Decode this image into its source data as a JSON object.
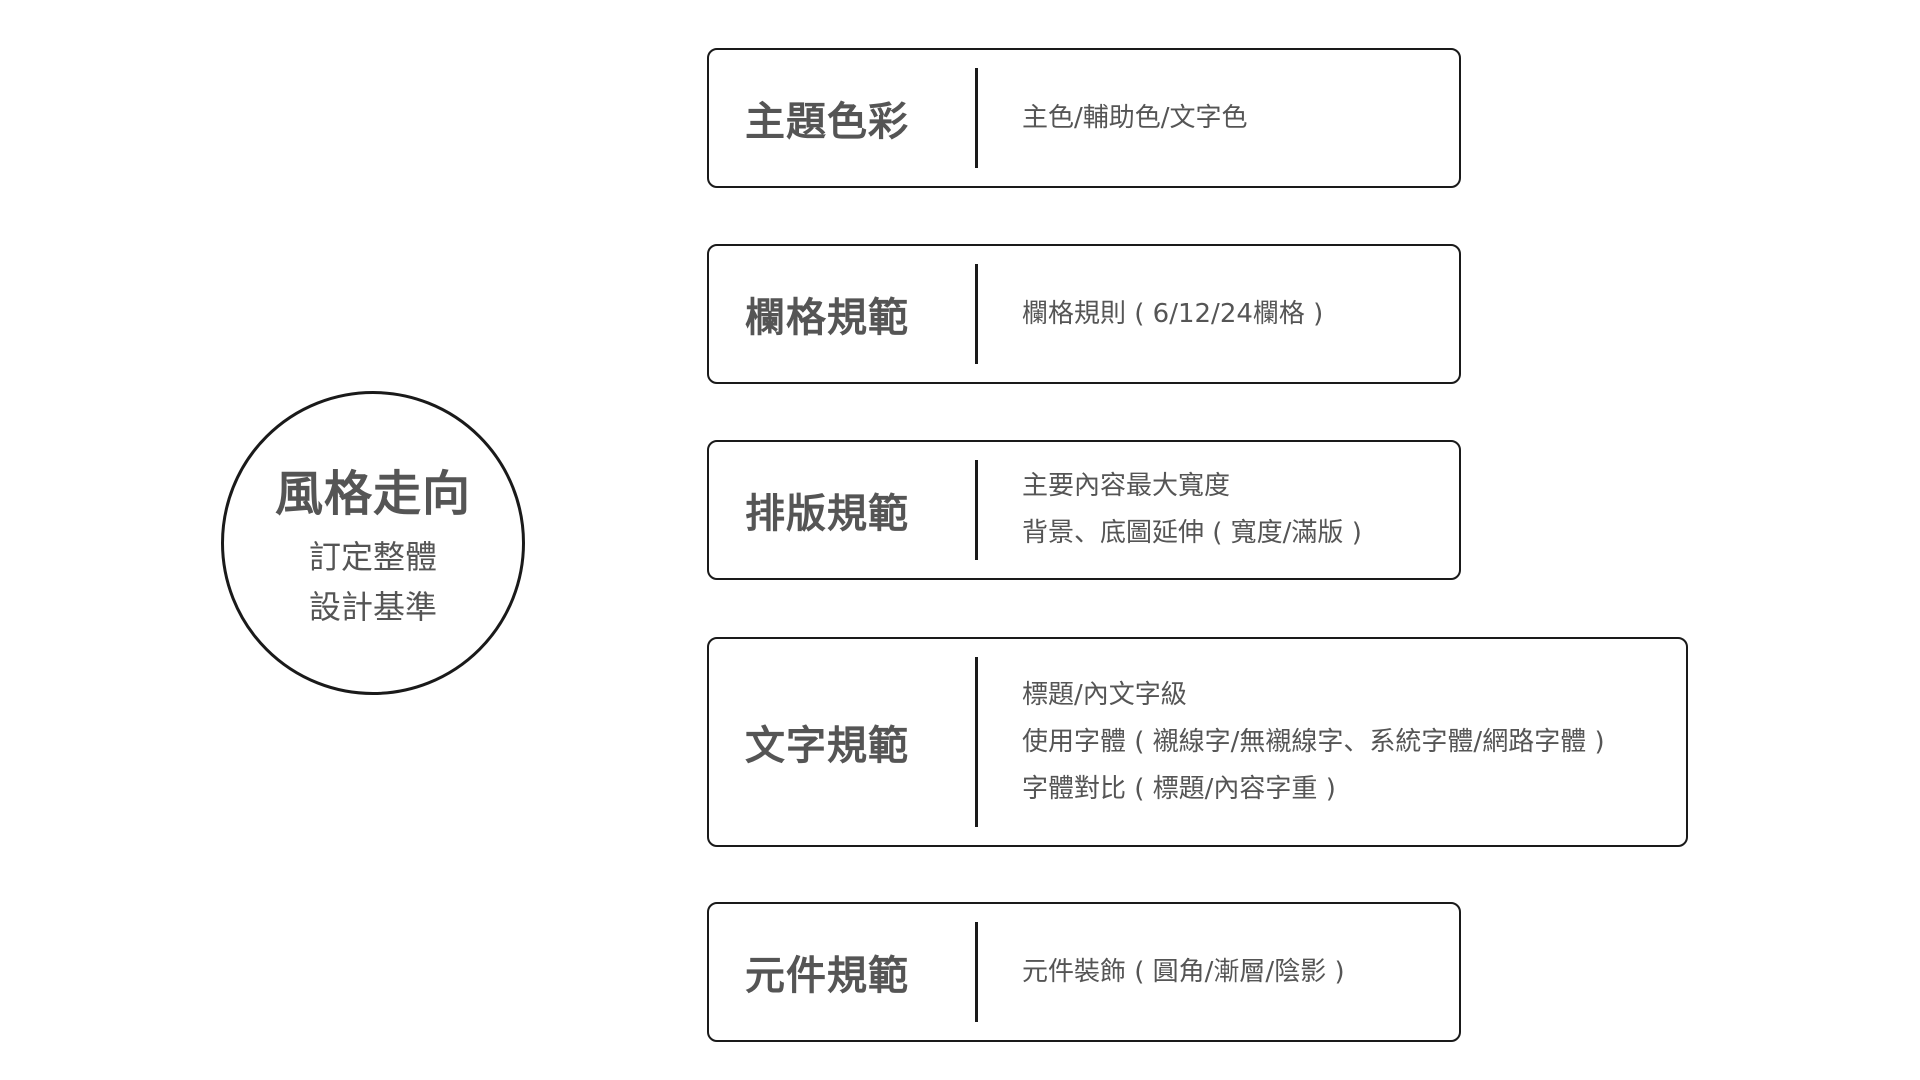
{
  "hub": {
    "title": "風格走向",
    "subtitle_lines": [
      "訂定整體",
      "設計基準"
    ]
  },
  "cards": [
    {
      "title": "主題色彩",
      "lines": [
        "主色/輔助色/文字色"
      ]
    },
    {
      "title": "欄格規範",
      "lines": [
        "欄格規則 ( 6/12/24欄格 )"
      ]
    },
    {
      "title": "排版規範",
      "lines": [
        "主要內容最大寬度",
        "背景、底圖延伸 ( 寬度/滿版 )"
      ]
    },
    {
      "title": "文字規範",
      "lines": [
        "標題/內文字級",
        "使用字體 ( 襯線字/無襯線字、系統字體/網路字體 )",
        "字體對比 ( 標題/內容字重 )"
      ]
    },
    {
      "title": "元件規範",
      "lines": [
        "元件裝飾 ( 圓角/漸層/陰影 )"
      ]
    }
  ]
}
